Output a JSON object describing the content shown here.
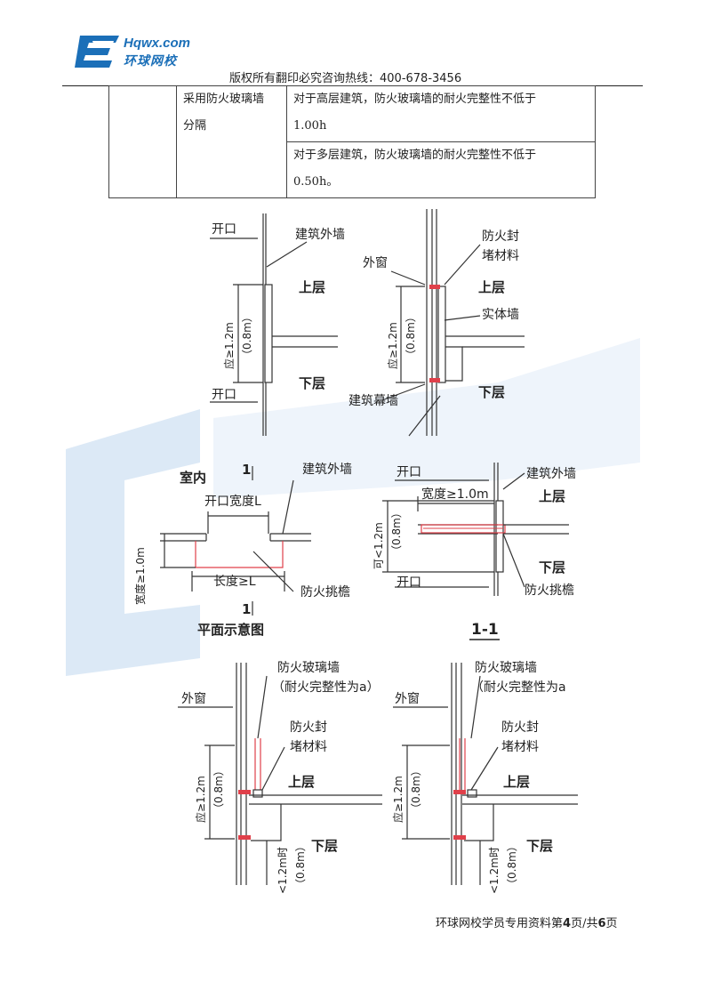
{
  "header": {
    "logo_en": "Hqwx.com",
    "logo_cn": "环球网校",
    "hotline": "版权所有翻印必究咨询热线：400-678-3456"
  },
  "table": {
    "method": [
      "采用防火玻璃墙",
      "分隔"
    ],
    "rows": [
      [
        "对于高层建筑，防火玻璃墙的耐火完整性不低于",
        "1.00h"
      ],
      [
        "对于多层建筑，防火玻璃墙的耐火完整性不低于",
        "0.50h。"
      ]
    ]
  },
  "figure_a": {
    "opening": "开口",
    "exterior_wall": "建筑外墙",
    "upper": "上层",
    "lower": "下层",
    "dim": "应≥1.2m",
    "dim_alt": "（0.8m）"
  },
  "figure_b": {
    "window": "外窗",
    "seal": [
      "防火封",
      "堵材料"
    ],
    "upper": "上层",
    "solid_wall": "实体墙",
    "lower": "下层",
    "curtain_wall": "建筑幕墙",
    "dim": "应≥1.2m",
    "dim_alt": "（0.8m）"
  },
  "figure_c": {
    "indoor": "室内",
    "section_mark": "1",
    "exterior_wall": "建筑外墙",
    "opening_width": "开口宽度L",
    "width": "宽度≥1.0m",
    "length": "长度≥L",
    "eave": "防火挑檐",
    "caption": "平面示意图"
  },
  "figure_d": {
    "opening_top": "开口",
    "exterior_wall": "建筑外墙",
    "width": "宽度≥1.0m",
    "upper": "上层",
    "dim": "可<1.2m",
    "dim_alt": "（0.8m）",
    "lower": "下层",
    "opening_bottom": "开口",
    "eave": "防火挑檐",
    "caption": "1-1"
  },
  "figure_e": {
    "glass_wall": "防火玻璃墙",
    "integrity": "（耐火完整性为a）",
    "window": "外窗",
    "seal": [
      "防火封",
      "堵材料"
    ],
    "upper": "上层",
    "lower": "下层",
    "dim": "应≥1.2m",
    "dim_alt": "（0.8m）",
    "dim_low": "<1.2m时",
    "dim_low_alt": "（0.8m）"
  },
  "figure_f": {
    "glass_wall": "防火玻璃墙",
    "integrity": "（耐火完整性为a",
    "window": "外窗",
    "seal": [
      "防火封",
      "堵材料"
    ],
    "upper": "上层",
    "lower": "下层",
    "dim": "应≥1.2m",
    "dim_alt": "（0.8m）",
    "dim_low": "<1.2m时",
    "dim_low_alt": "（0.8m）"
  },
  "footer": {
    "prefix": "环球网校学员专用资料第",
    "page": "4",
    "middle": "页/共",
    "total": "6",
    "suffix": "页"
  },
  "colors": {
    "brand": "#1b6fb8",
    "watermark": "#dce9f6",
    "fire_red": "#e0404a"
  }
}
